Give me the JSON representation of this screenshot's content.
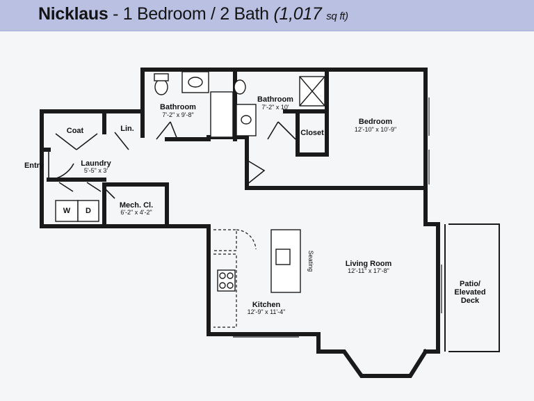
{
  "header": {
    "name": "Nicklaus",
    "separator": "-",
    "layout": "1 Bedroom / 2 Bath",
    "sqft_value": "(1,017",
    "sqft_unit": "sq ft)"
  },
  "rooms": {
    "bathroom1": {
      "label": "Bathroom",
      "dims": "7'-2\" x 9'-8\""
    },
    "bathroom2": {
      "label": "Bathroom",
      "dims": "7'-2\" x 10'"
    },
    "bedroom": {
      "label": "Bedroom",
      "dims": "12'-10\" x 10'-9\""
    },
    "closet": {
      "label": "Closet"
    },
    "coat": {
      "label": "Coat"
    },
    "linen": {
      "label": "Lin."
    },
    "laundry": {
      "label": "Laundry",
      "dims": "5'-5\" x 3'"
    },
    "entry": {
      "label": "Entry"
    },
    "washer": {
      "label": "W"
    },
    "dryer": {
      "label": "D"
    },
    "mech": {
      "label": "Mech. Cl.",
      "dims": "6'-2\" x 4'-2\""
    },
    "seating": {
      "label": "Seating"
    },
    "living": {
      "label": "Living Room",
      "dims": "12'-11\" x 17'-8\""
    },
    "kitchen": {
      "label": "Kitchen",
      "dims": "12'-9\" x 11'-4\""
    },
    "patio": {
      "line1": "Patio/",
      "line2": "Elevated",
      "line3": "Deck"
    }
  },
  "colors": {
    "header_bg": "#b9c0e2",
    "wall": "#1a1a1a",
    "paper": "#f5f6f8"
  }
}
